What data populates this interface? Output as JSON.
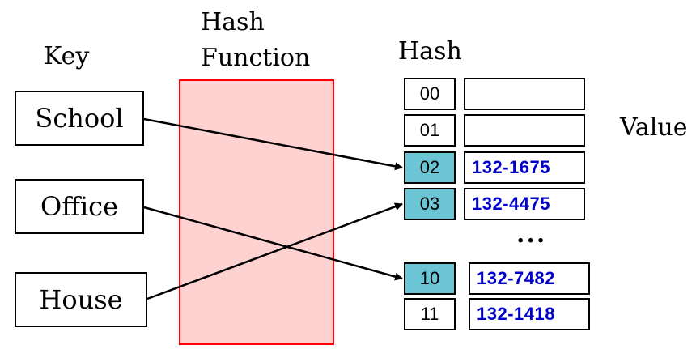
{
  "labels": {
    "key": "Key",
    "hash_function_line1": "Hash",
    "hash_function_line2": "Function",
    "hash": "Hash",
    "value": "Value",
    "ellipsis": "..."
  },
  "keys": [
    "School",
    "Office",
    "House"
  ],
  "hash_buckets": [
    {
      "code": "00",
      "highlighted": false,
      "value": ""
    },
    {
      "code": "01",
      "highlighted": false,
      "value": ""
    },
    {
      "code": "02",
      "highlighted": true,
      "value": "132-1675"
    },
    {
      "code": "03",
      "highlighted": true,
      "value": "132-4475"
    },
    {
      "code": "10",
      "highlighted": true,
      "value": "132-7482"
    },
    {
      "code": "11",
      "highlighted": false,
      "value": "132-1418"
    }
  ],
  "mappings": [
    {
      "key": "School",
      "hash": "02"
    },
    {
      "key": "Office",
      "hash": "10"
    },
    {
      "key": "House",
      "hash": "03"
    }
  ],
  "colors": {
    "hash_function_fill": "#ffd2d2",
    "hash_function_border": "#ff0000",
    "highlighted_bucket": "#6cc5d4",
    "value_text": "#0000cc"
  }
}
